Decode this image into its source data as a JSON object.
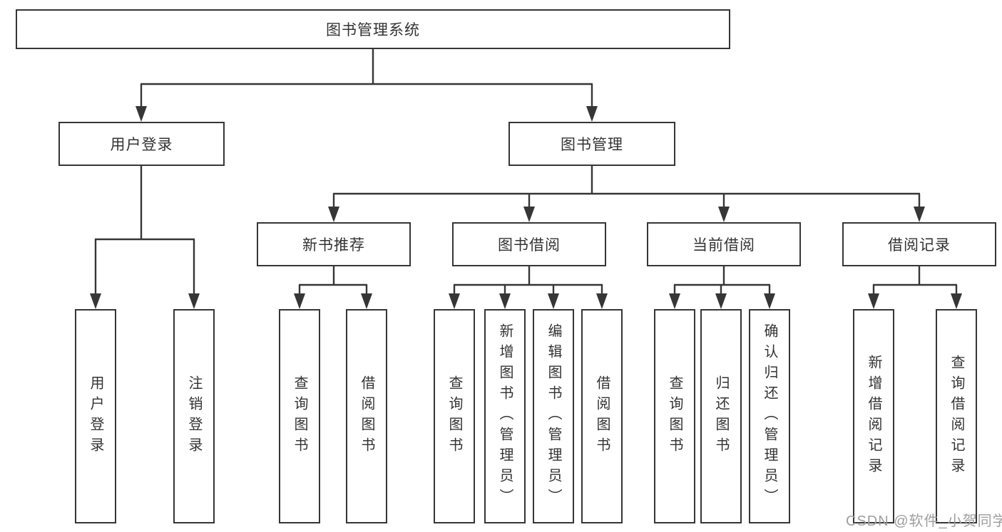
{
  "tree": {
    "label": "图书管理系统",
    "children": [
      {
        "label": "用户登录",
        "children": [
          {
            "label": "用户登录"
          },
          {
            "label": "注销登录"
          }
        ]
      },
      {
        "label": "图书管理",
        "children": [
          {
            "label": "新书推荐",
            "children": [
              {
                "label": "查询图书"
              },
              {
                "label": "借阅图书"
              }
            ]
          },
          {
            "label": "图书借阅",
            "children": [
              {
                "label": "查询图书"
              },
              {
                "label": "新增图书（管理员）"
              },
              {
                "label": "编辑图书（管理员）"
              },
              {
                "label": "借阅图书"
              }
            ]
          },
          {
            "label": "当前借阅",
            "children": [
              {
                "label": "查询图书"
              },
              {
                "label": "归还图书"
              },
              {
                "label": "确认归还（管理员）"
              }
            ]
          },
          {
            "label": "借阅记录",
            "children": [
              {
                "label": "新增借阅记录"
              },
              {
                "label": "查询借阅记录"
              }
            ]
          }
        ]
      }
    ]
  },
  "watermark": {
    "text": "CSDN @软件_小贺同学"
  },
  "colors": {
    "line": "#363636",
    "text": "#333333",
    "box_fill": "#ffffff",
    "watermark": "#9e9e9e",
    "background": "#ffffff"
  }
}
